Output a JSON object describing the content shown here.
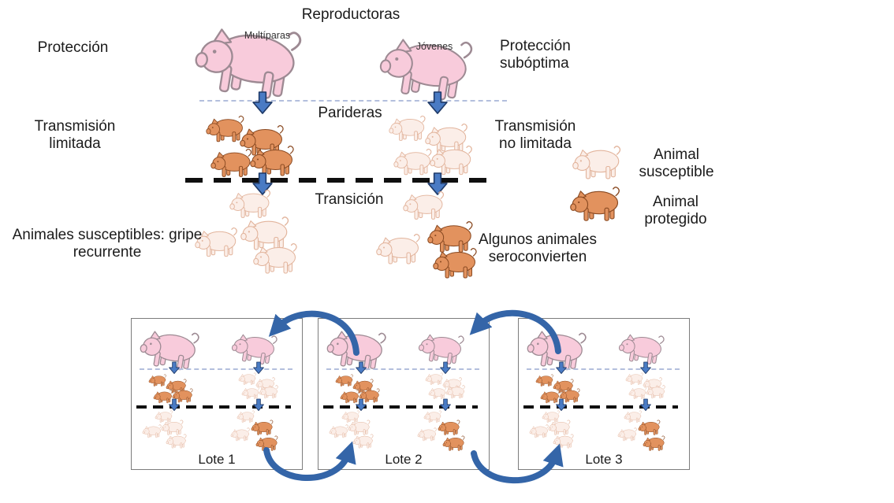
{
  "top_diagram": {
    "title": "Reproductoras",
    "sow_left_label": "Multíparas",
    "sow_right_label": "Jóvenes",
    "left_labels": {
      "protection": "Protección",
      "transmission": "Transmisión limitada",
      "susceptible": "Animales susceptibles: gripe recurrente"
    },
    "right_labels": {
      "protection": "Protección subóptima",
      "transmission": "Transmisión no limitada",
      "seroconversion": "Algunos animales seroconvierten"
    },
    "stage_labels": {
      "farrowing": "Parideras",
      "transition": "Transición"
    }
  },
  "legend": {
    "susceptible": "Animal susceptible",
    "protected": "Animal protegido"
  },
  "batches": {
    "labels": [
      "Lote 1",
      "Lote 2",
      "Lote 3"
    ]
  },
  "colors": {
    "sow_fill": "#f8cbdb",
    "sow_stroke": "#9d8a93",
    "protected_fill": "#e2925e",
    "protected_stroke": "#8a4a22",
    "susceptible_fill": "#fbeee8",
    "susceptible_stroke": "#e2b49c",
    "arrow_blue": "#4a7bc4",
    "arrow_blue_edge": "#1f3a68",
    "curve_blue": "#3465a8",
    "dash_blue": "#b3bfdd",
    "dash_black": "#0f0f0f"
  }
}
